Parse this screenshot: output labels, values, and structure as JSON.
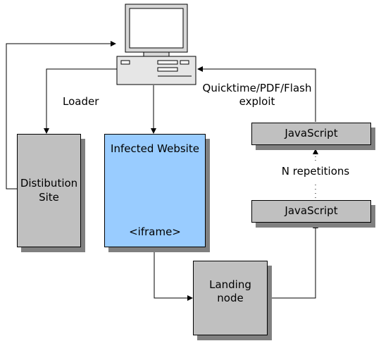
{
  "computer": {
    "icon": "desktop-computer-icon"
  },
  "labels": {
    "loader": "Loader",
    "exploit_line1": "Quicktime/PDF/Flash",
    "exploit_line2": "exploit",
    "repetitions": "N repetitions"
  },
  "nodes": {
    "distribution_line1": "Distibution",
    "distribution_line2": "Site",
    "infected_title": "Infected Website",
    "infected_iframe": "<iframe>",
    "landing_line1": "Landing",
    "landing_line2": "node",
    "javascript_top": "JavaScript",
    "javascript_bottom": "JavaScript"
  },
  "colors": {
    "gray_box": "#c0c0c0",
    "infected_box": "#99ccff",
    "shadow": "#808080"
  }
}
